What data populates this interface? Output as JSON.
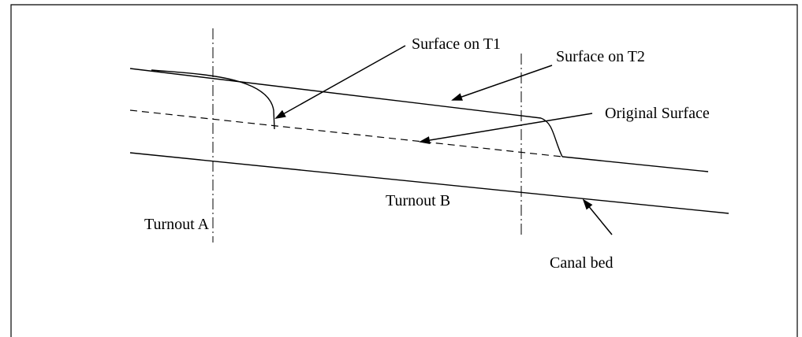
{
  "labels": {
    "surface_t1": "Surface on T1",
    "surface_t2": "Surface on T2",
    "original_surface": "Original Surface",
    "turnout_a": "Turnout A",
    "turnout_b": "Turnout B",
    "canal_bed": "Canal bed"
  }
}
